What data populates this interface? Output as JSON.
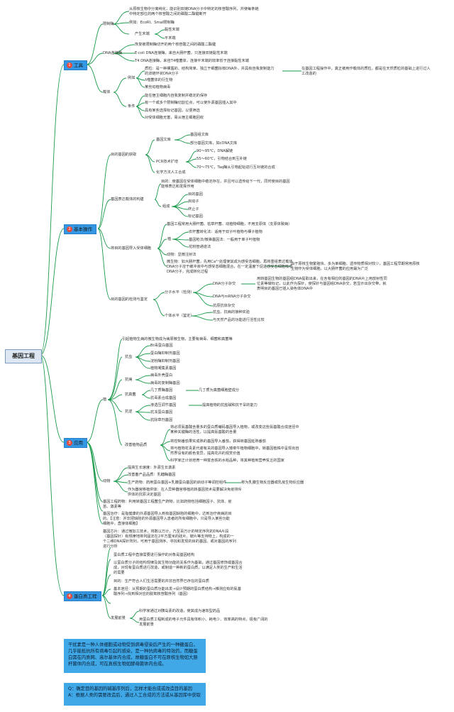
{
  "root": "基因工程",
  "categories": [
    {
      "num": "1",
      "label": "工具"
    },
    {
      "num": "2",
      "label": "基本操作"
    },
    {
      "num": "3",
      "label": "应用"
    },
    {
      "num": "4",
      "label": "蛋白质工程"
    }
  ],
  "tools": {
    "enzyme": "限制酶",
    "enzyme_desc1": "从原核生物中分离纯化，能识别双链DNA分子中特定的核苷酸序列，并使每条链",
    "enzyme_desc2": "中特定部位的两个核苷酸之间的磷酸二酯键断开",
    "enzyme_examples": "例如：EcoRI、SmaI限制酶",
    "enzyme_ends": "产生末端",
    "sticky_end": "黏性末端",
    "blunt_end": "平末端",
    "ligase": "DNA连接酶",
    "ligase_desc1": "恢复被限制酶切开的两个核苷酸之间的磷酸二酯键",
    "ligase_desc2": "E·coli DNA连接酶，来自大肠杆菌，只连接双链黏性末端",
    "ligase_desc3": "T4 DNA连接酶，来自T4噬菌体，连接平末端的效率低于连接黏性末端",
    "vector": "载体",
    "example": "例如",
    "plasmid1": "质粒：是一种裸露的、结构简单、独立于细菌拟核DNA外，并具有自我复制能力",
    "plasmid2": "的双链环状DNA分子",
    "plasmid_note1": "在基因工程操作中，真正被用作载体的质粒，都是在天然质粒的基础上进行过人",
    "plasmid_note2": "工改造的",
    "lambda": "λ噬菌体的衍生物",
    "animal_virus": "某些动植物病毒",
    "conditions": "条件",
    "cond1": "能在宿主细胞内自我复制并稳定的保存",
    "cond2": "有一个或多个限制酶切割位点，可以使外源基因插入其中",
    "cond3": "具有某些选择标记基因，以便筛选",
    "cond4": "对受体细胞无害，易从宿主细胞回收"
  },
  "ops": {
    "obtain": "目的基因的获取",
    "library": "基因文库",
    "genomic": "基因组文库",
    "partial": "部分基因文库，如cDNA文库",
    "pcr": "PCR技术扩增",
    "pcr1": "90～95℃，DNA解链",
    "pcr2": "55～60℃，引物结合到互补链",
    "pcr3": "70～75℃，Taq酶从引物起始进行互补链的合成",
    "chem": "化学方法人工合成",
    "build": "基因表达载体的构建",
    "build_aim1": "目的：使基因在受体细胞中稳定存在，并且可以遗传给下一代，同时使目的基因",
    "build_aim2": "能够表达和发挥作用",
    "compose": "组成",
    "gene": "目的基因",
    "promoter": "启动子",
    "terminator": "终止子",
    "marker": "标记基因",
    "intro": "将目的基因导入受体细胞",
    "intro_desc": "基因工程常用大肠杆菌、枯草杆菌、动植物细胞，不用支原体（支原体致病）",
    "plant": "植",
    "agro": "农杆菌转化法：适用于双子叶植物与裸子植物",
    "gun": "基因枪法/微弹基因法：一般用于单子叶植物",
    "tube": "花粉管通道法",
    "animal": "动物：显微注射法",
    "micro1": "微生物：如大肠杆菌，先用Ca²⁺处理使其成为感受态细胞，再将重组表达载体",
    "micro2": "DNA分子溶于缓冲液中与感受态细胞混合，在一定温度下促进感受态细胞吸收",
    "micro3": "DNA分子，完成转化过程",
    "micro_note1": "由于原核生物繁殖快、多为单细胞、遗传物质相对较少，基因工程早期常用原核",
    "micro_note2": "生物作为受体细胞，以大肠杆菌的应用最为广泛",
    "detect": "目的基因的检测与鉴定",
    "molecular": "分子水平（检测）",
    "probe": "DNA分子杂交",
    "probe_note1": "用转基因生物的基因组DNA提取出来，在含有相应的基因的DNA片上用放射性同",
    "probe_note2": "位素等做标记，以此作为探针，使探针与基因组DNA杂交，若显示出杂交带，就",
    "probe_note3": "表明目的基因已插入染色体DNA中",
    "rna": "DNA与mRNA分子杂交",
    "antigen": "抗原抗体杂交",
    "individual": "个体水平（鉴定）",
    "resist1": "抗虫、抗病的接种实验",
    "resist2": "与天然产品的功能进行活性比较"
  },
  "app": {
    "plant": "植",
    "plant_intro": "引起植物生病的微生物成为病原微生物，主要有病毒、细菌和真菌等",
    "insect": "抗虫",
    "bt": "Bt毒蛋白基因",
    "protease": "蛋白酶抑制剂基因",
    "amylase": "淀粉酶抑制剂基因",
    "lectin": "植物凝集素基因",
    "disease": "抗病",
    "virus": "病毒外壳蛋白",
    "replicase": "病毒的复制酶基因",
    "fungus": "抗真菌",
    "chitinase": "几丁质酶基因",
    "chitinase_note": "几丁质为真菌细胞壁成分",
    "toxin": "抗毒素合成基因",
    "stress": "抗逆",
    "osmo": "渗透压调节基因",
    "osmo_note": "提高植物的抗盐碱和抗干旱的能力",
    "frost": "抗冻蛋白基因",
    "herbicide": "抗除草剂基因",
    "quality": "改善植物品质",
    "q1a": "将必须氨基酸含量多的蛋白质编码基因导入植物，或改变这些氨基酸合成途径中",
    "q1b": "某种关键酶的活性，以提高氨基酸的含量",
    "q2": "将控制番茄果实成熟的基因导入番茄，获得转基因延熟番茄",
    "q3a": "将与植物花青素代谢有关的基因导入矮牵牛植物细胞中，转基因植株中呈现出自",
    "q3b": "然界没有的颜色变异，提高花卉的观赏价值",
    "q4": "科学家正计划培育一种富含铁的水稻品种，将其种植到营养贫乏的国家",
    "animal": "动物",
    "a1": "提高生长速度：外源生长激素",
    "a2": "改善畜产品品质：乳糖酶基因",
    "a3": "生产药物：药用蛋白基因+乳腺蛋白基因的启动子等调控组件",
    "a3_note": "称为乳腺生物反应器或乳房生物反应器",
    "a4a": "作为器官移植供体：在人异种器官移植的转基因技术是要解决免疫排斥",
    "a4b": "供体的抗原决定基因",
    "drug": "基因工程药物：利用转基因工程菌生产药物，比如药物包括细胞因子、抗体、疫",
    "drug2": "苗、激素等",
    "therapy1": "基因治疗：是指健康的外源基因导入到有基因缺陷的细胞中，达到治疗疾病的目",
    "therapy2": "的。【注意：并非把缺陷的外源基因导入患者的所有细胞中，只是导入某些功能",
    "therapy3": "细胞中，直接体细胞】",
    "chip1": "基因芯片：通过微加工技术，将数以万计，乃至百万计的特定序列的DNA片段",
    "chip2": "（基因探针）有规律地排列固定在2平方厘米的硅片、玻片等支持物上，构成的一",
    "chip3": "个二维DNA探针阵列，可用于基因测序、寻找和发现的目的基因、或对基因的序列",
    "chip4": "进行分析"
  },
  "protein": {
    "p1": "蛋白质工程中直接需要进行操作的对象是基因结构",
    "p2a": "以蛋白质分子的结构规律及其生物功能的关系作为基础，通过基因修饰或基因合",
    "p2b": "成，对现有蛋白质进行改造，或制造一种新的蛋白质，以满足人类的生产和生活",
    "p2c": "的需要",
    "p3": "目的：生产符合人们生活需要的并非自然界已存在的蛋白质",
    "p4a": "基本途径：从预期的蛋白质功能出发→设计预期的蛋白质结构→推测应有的氨基",
    "p4b": "酸序列→找到相对应的脱氧核苷酸序列（基因）",
    "prospect": "发展前景",
    "pr1": "科学家通过对胰岛素的改造，使其成为速效型药品",
    "pr2a": "用蛋白质工程制成的电子元件具有体积小、耗电少、效率高的特点，极有广阔的",
    "pr2b": "发展前景"
  },
  "note1": "干扰素是一种人体细胞或动物受到病毒侵染后产生的一种糖蛋白，几乎能抵抗所有病毒引起的感染，是一种抗病毒的特效药。而糖蛋白需在内质网、高尔基体内合成，故糖蛋白不可在原核生物如大肠杆菌体内合成，可在真核生物如酵母菌体内合成。",
  "note2": "Q：确定目的基因的碱基序列后，怎样才能合成或改造目的基因\nA：根据人类的需要改造后，通过人工合成的方法或从基因库中获取"
}
